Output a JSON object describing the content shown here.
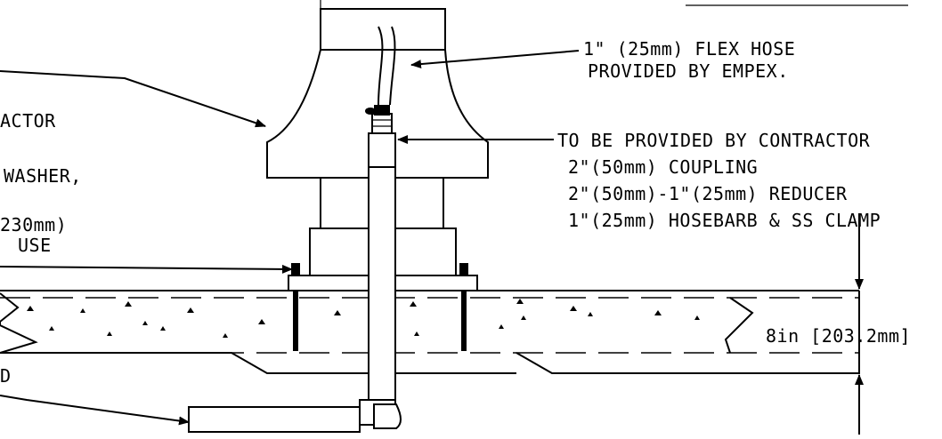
{
  "labels": {
    "flex_hose_line1": "1\" (25mm) FLEX HOSE",
    "flex_hose_line2": "PROVIDED BY EMPEX.",
    "contractor_line1": "TO BE PROVIDED BY CONTRACTOR",
    "contractor_line2": "2\"(50mm) COUPLING",
    "contractor_line3": "2\"(50mm)-1\"(25mm) REDUCER",
    "contractor_line4": "1\"(25mm) HOSEBARB & SS CLAMP",
    "dimension": "8in [203.2mm]",
    "left_partial_1": "ACTOR",
    "left_partial_2": "WASHER,",
    "left_partial_3": "230mm)",
    "left_partial_4": "USE",
    "left_partial_5": "D"
  }
}
